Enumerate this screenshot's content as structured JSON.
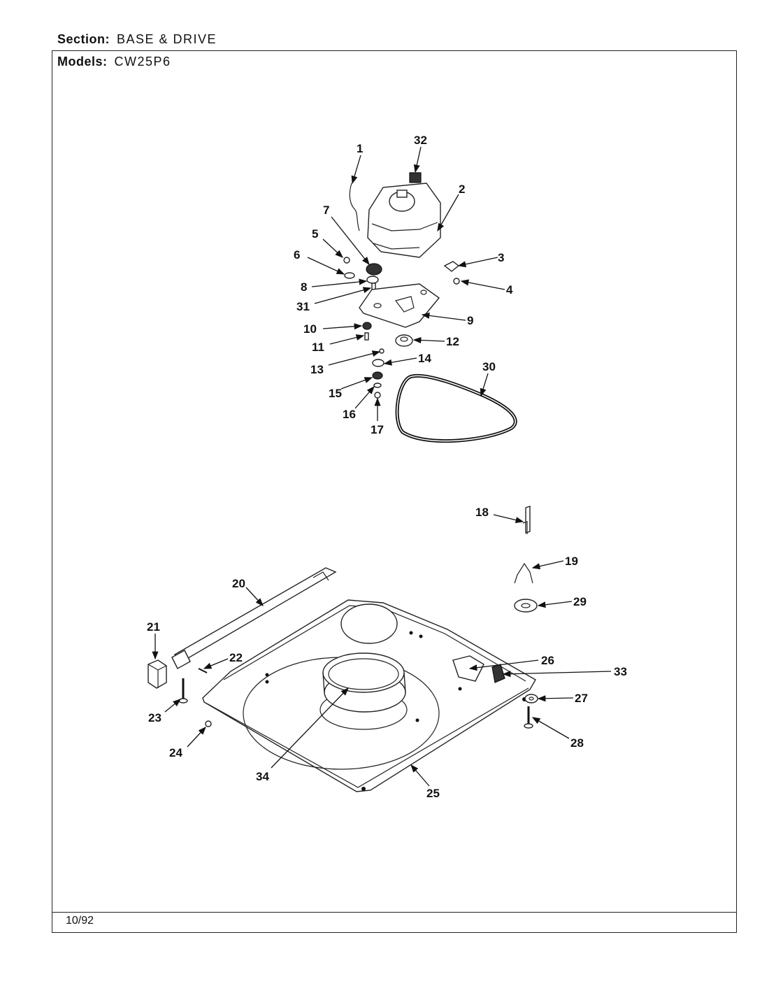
{
  "header": {
    "section_label": "Section:",
    "section_value": "BASE & DRIVE",
    "models_label": "Models:",
    "models_value": "CW25P6"
  },
  "footer": {
    "date": "10/92"
  },
  "callouts": [
    "1",
    "2",
    "3",
    "4",
    "5",
    "6",
    "7",
    "8",
    "9",
    "10",
    "11",
    "12",
    "13",
    "14",
    "15",
    "16",
    "17",
    "18",
    "19",
    "20",
    "21",
    "22",
    "23",
    "24",
    "25",
    "26",
    "27",
    "28",
    "29",
    "30",
    "31",
    "32",
    "33",
    "34"
  ]
}
